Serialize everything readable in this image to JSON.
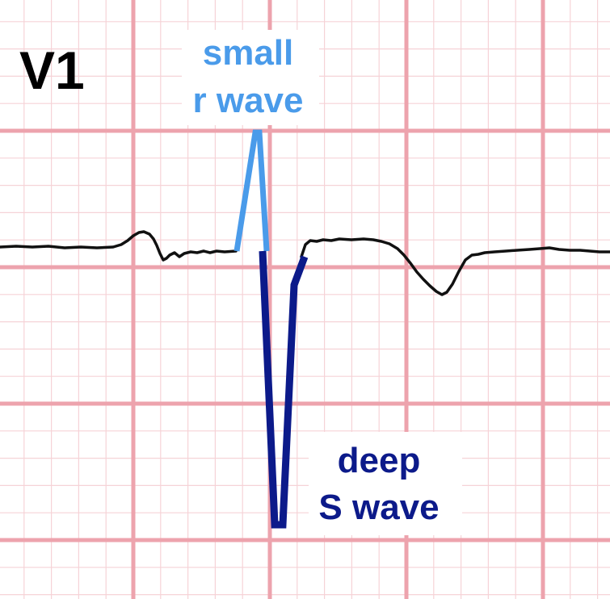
{
  "lead": {
    "label": "V1"
  },
  "annotations": {
    "r_wave": {
      "line1": "small",
      "line2": "r wave"
    },
    "s_wave": {
      "line1": "deep",
      "line2": "S wave"
    }
  },
  "colors": {
    "grid_major": "#eda3ad",
    "grid_minor": "#f6d3d7",
    "trace": "#111111",
    "r_wave": "#4a9bea",
    "s_wave": "#0c1a8a",
    "label_text": "#000000",
    "label_bg": "#ffffff"
  }
}
